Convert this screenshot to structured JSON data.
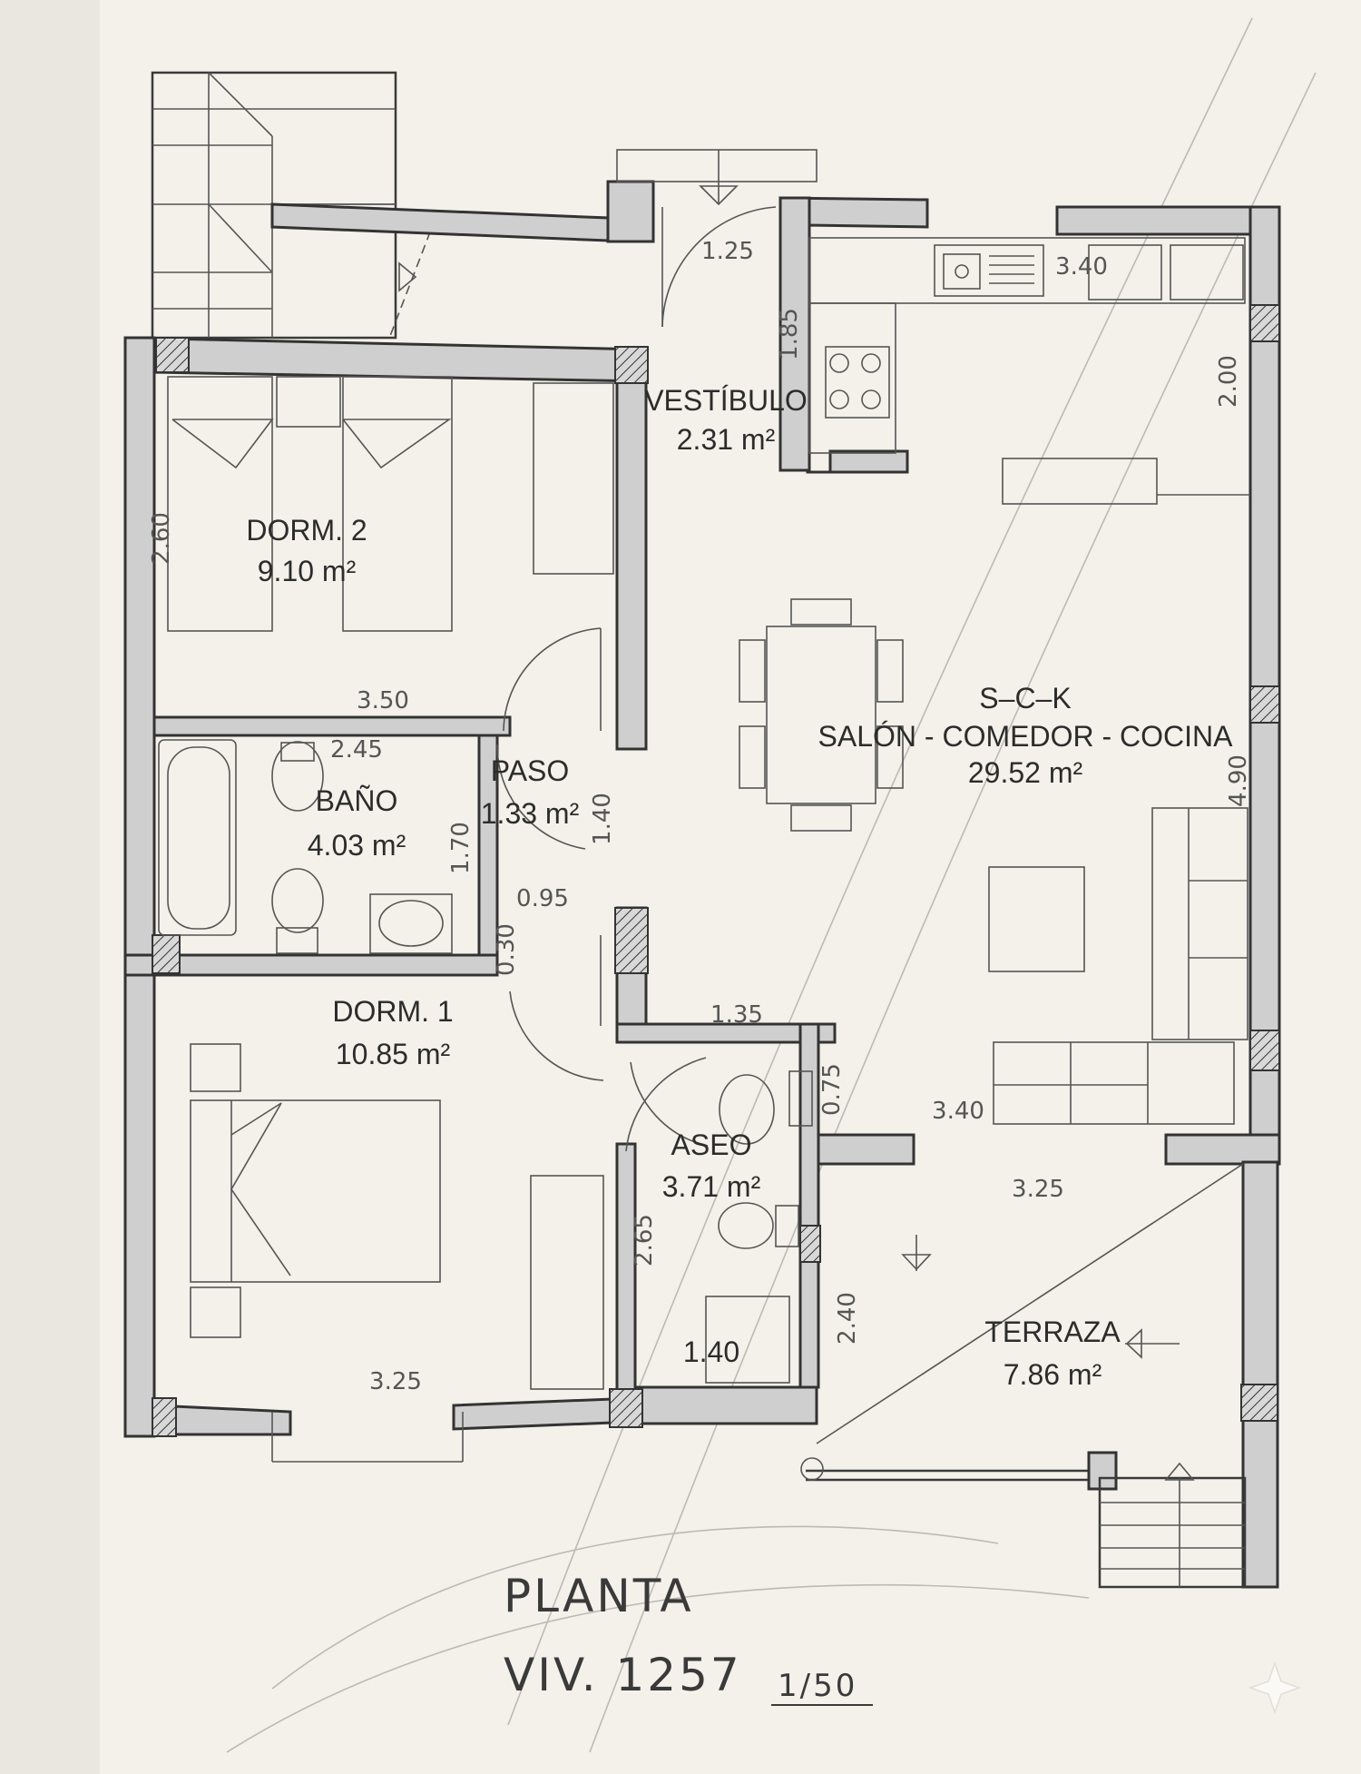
{
  "rooms": {
    "dorm2": {
      "name": "DORM. 2",
      "area": "9.10 m²"
    },
    "vestibulo": {
      "name": "VESTÍBULO",
      "area": "2.31 m²"
    },
    "sck": {
      "code": "S–C–K",
      "name": "SALÓN - COMEDOR - COCINA",
      "area": "29.52 m²"
    },
    "paso": {
      "name": "PASO",
      "area": "1.33 m²"
    },
    "bano": {
      "name": "BAÑO",
      "area": "4.03 m²"
    },
    "dorm1": {
      "name": "DORM. 1",
      "area": "10.85 m²"
    },
    "aseo": {
      "name": "ASEO",
      "area": "3.71 m²"
    },
    "terraza": {
      "name": "TERRAZA",
      "area": "7.86 m²"
    }
  },
  "dimensions": {
    "vest_width": "1.25",
    "vest_height": "1.85",
    "kitchen_width": "3.40",
    "kitchen_height": "2.00",
    "dorm2_height": "2.60",
    "dorm2_width": "3.50",
    "bano_width": "2.45",
    "bano_height": "1.70",
    "paso_height": "1.40",
    "paso_width": "0.95",
    "paso_small": "0.30",
    "sck_height": "4.90",
    "aseo_top": "1.35",
    "aseo_side": "0.75",
    "sck_bottom": "3.40",
    "terraza_width": "3.25",
    "terraza_height": "2.40",
    "aseo_height": "2.65",
    "aseo_bottom": "1.40",
    "dorm1_width": "3.25"
  },
  "title": {
    "line1": "PLANTA",
    "line2": "VIV.  1257",
    "scale": "1/50"
  }
}
